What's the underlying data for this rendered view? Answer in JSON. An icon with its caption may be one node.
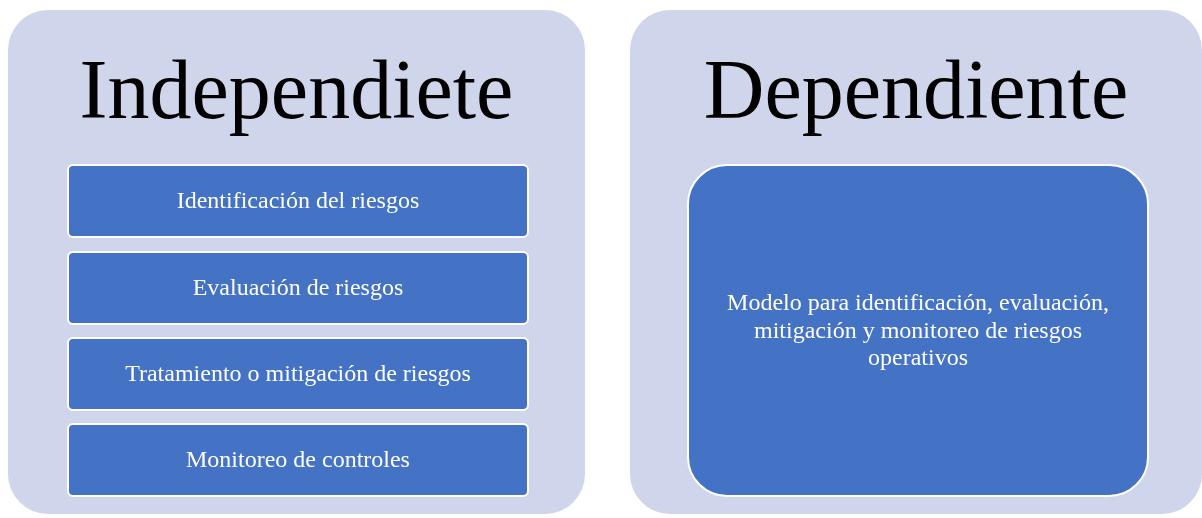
{
  "diagram": {
    "nodes": [
      {
        "text": [
          "Independiete"
        ]
      },
      {
        "text": [
          "Identificación del riesgos"
        ],
        "in": 0
      },
      {
        "text": [
          "Evaluación de riesgos"
        ],
        "in": 0
      },
      {
        "text": [
          "Tratamiento o mitigación de riesgos"
        ],
        "in": 0
      },
      {
        "text": [
          "Monitoreo de controles"
        ],
        "in": 0
      },
      {
        "text": [
          "Dependiente"
        ]
      },
      {
        "text": [
          "Modelo para identificación, evaluación, mitigación y monitoreo de riesgos operativos"
        ],
        "in": 5
      }
    ]
  }
}
